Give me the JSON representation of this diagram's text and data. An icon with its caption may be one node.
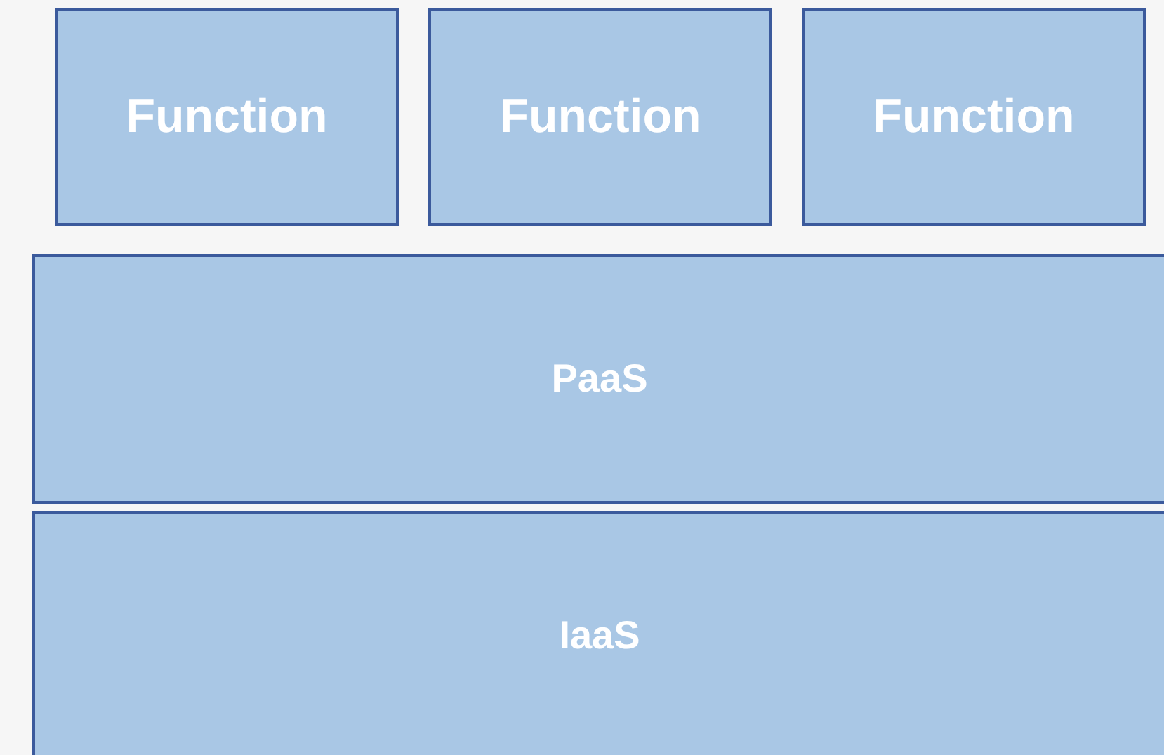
{
  "diagram": {
    "nodes": [
      {
        "text": [
          "Function"
        ]
      },
      {
        "text": [
          "Function"
        ]
      },
      {
        "text": [
          "Function"
        ]
      },
      {
        "text": [
          "PaaS"
        ]
      },
      {
        "text": [
          "IaaS"
        ]
      }
    ]
  }
}
